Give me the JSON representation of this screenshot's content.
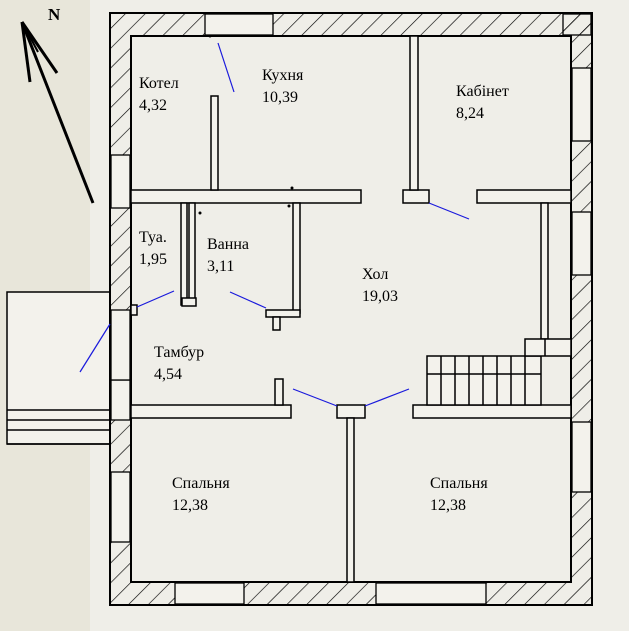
{
  "compass": {
    "label": "N"
  },
  "rooms": [
    {
      "key": "kotel",
      "name": "Котел",
      "area": "4,32"
    },
    {
      "key": "kukhnia",
      "name": "Кухня",
      "area": "10,39"
    },
    {
      "key": "kabinet",
      "name": "Кабінет",
      "area": "8,24"
    },
    {
      "key": "tua",
      "name": "Туа.",
      "area": "1,95"
    },
    {
      "key": "vanna",
      "name": "Ванна",
      "area": "3,11"
    },
    {
      "key": "khol",
      "name": "Хол",
      "area": "19,03"
    },
    {
      "key": "tambur",
      "name": "Тамбур",
      "area": "4,54"
    },
    {
      "key": "spalnia1",
      "name": "Спальня",
      "area": "12,38"
    },
    {
      "key": "spalnia2",
      "name": "Спальня",
      "area": "12,38"
    }
  ],
  "colors": {
    "background": "#e8e6da",
    "paper": "#f1f0ea",
    "wall": "#000000",
    "door_swing": "#1a1adc"
  }
}
